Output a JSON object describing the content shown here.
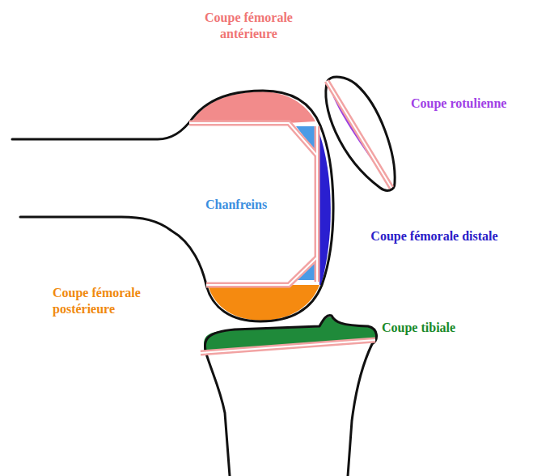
{
  "diagram": {
    "labels": [
      "Coupe fémorale antérieure",
      "Coupe rotulienne",
      "Chanfreins",
      "Coupe fémorale distale",
      "Coupe fémorale postérieure",
      "Coupe tibiale"
    ]
  }
}
